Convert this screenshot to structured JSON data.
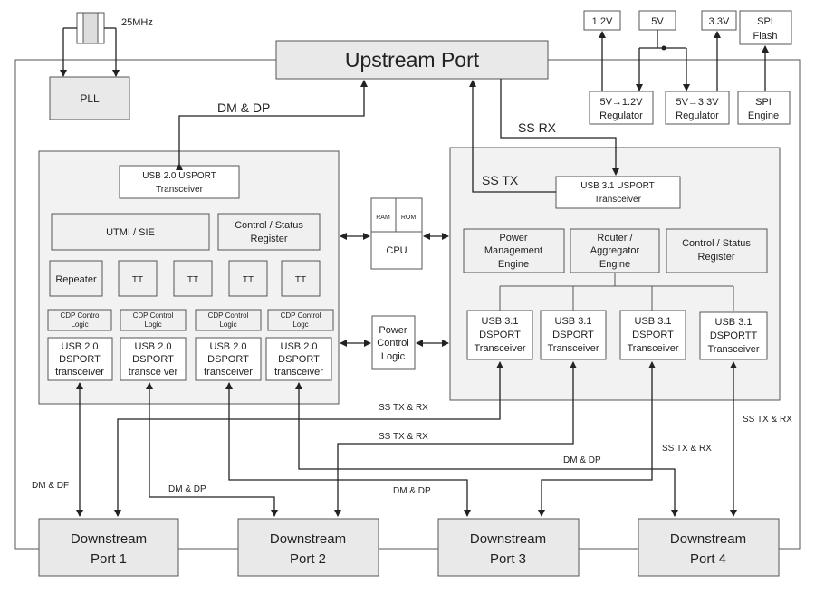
{
  "clock": {
    "freq": "25MHz",
    "pll": "PLL"
  },
  "upstream": {
    "label": "Upstream Port"
  },
  "power": {
    "v12": "1.2V",
    "v5": "5V",
    "v33": "3.3V",
    "reg12": [
      "5V→1.2V",
      "Regulator"
    ],
    "reg33": [
      "5V→3.3V",
      "Regulator"
    ]
  },
  "spi": {
    "flash": [
      "SPI",
      "Flash"
    ],
    "engine": [
      "SPI",
      "Engine"
    ]
  },
  "usb2": {
    "usport": [
      "USB 2.0 USPORT",
      "Transceiver"
    ],
    "utmi": "UTMI / SIE",
    "control": [
      "Control / Status",
      "Register"
    ],
    "repeater": "Repeater",
    "tt": [
      "TT",
      "TT",
      "TT",
      "TT"
    ],
    "cdp": [
      [
        "CDP Contro",
        "Logic"
      ],
      [
        "CDP Control",
        "Logic"
      ],
      [
        "CDP Control",
        "Logic"
      ],
      [
        "CDP Control",
        "Logc"
      ]
    ],
    "dsport": [
      [
        "USB 2.0",
        "DSPORT",
        "transceiver"
      ],
      [
        "USB 2.0",
        "DSPORT",
        "transce ver"
      ],
      [
        "USB 2.0",
        "DSPORT",
        "transceiver"
      ],
      [
        "USB 2.0",
        "DSPORT",
        "transceiver"
      ]
    ]
  },
  "center": {
    "ram": "RAM",
    "rom": "ROM",
    "cpu": "CPU",
    "pcl": [
      "Power",
      "Control",
      "Logic"
    ]
  },
  "usb3": {
    "usport": [
      "USB 3.1 USPORT",
      "Transceiver"
    ],
    "pme": [
      "Power",
      "Management",
      "Engine"
    ],
    "router": [
      "Router /",
      "Aggregator",
      "Engine"
    ],
    "control": [
      "Control / Status",
      "Register"
    ],
    "dsport": [
      [
        "USB 3.1",
        "DSPORT",
        "Transceiver"
      ],
      [
        "USB 3.1",
        "DSPORT",
        "Transceiver"
      ],
      [
        "USB 3.1",
        "DSPORT",
        "Transceiver"
      ],
      [
        "USB 3.1",
        "DSPORTT",
        "Transceiver"
      ]
    ]
  },
  "downstream": [
    [
      "Downstream",
      "Port 1"
    ],
    [
      "Downstream",
      "Port 2"
    ],
    [
      "Downstream",
      "Port 3"
    ],
    [
      "Downstream",
      "Port 4"
    ]
  ],
  "signals": {
    "dmdp_up": "DM & DP",
    "ssrx": "SS RX",
    "sstx": "SS TX",
    "sstxrx_1": "SS TX & RX",
    "sstxrx_2": "SS TX & RX",
    "sstxrx_3": "SS TX & RX",
    "sstxrx_4": "SS TX & RX",
    "dmdf": "DM & DF",
    "dmdp_1": "DM & DP",
    "dmdp_2": "DM & DP",
    "dmdp_3": "DM & DP"
  }
}
